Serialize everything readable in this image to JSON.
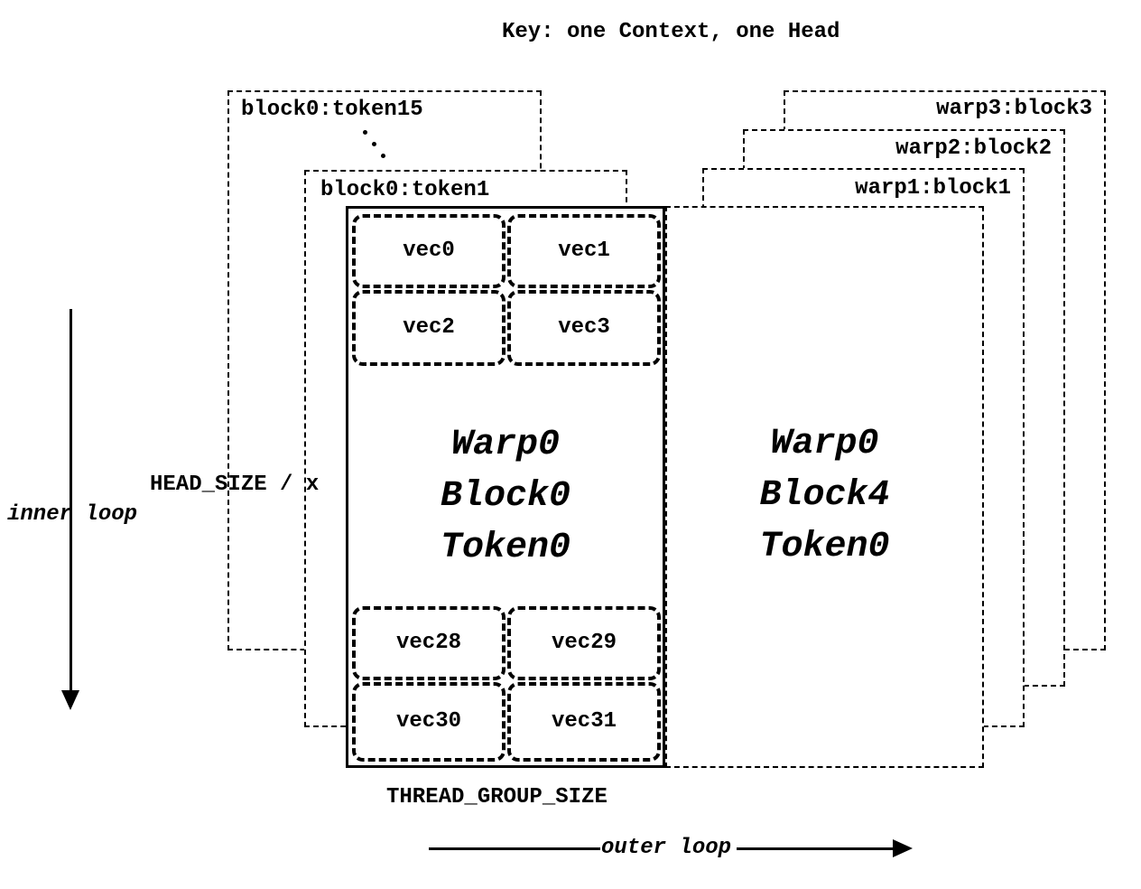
{
  "title": "Key: one Context, one Head",
  "key_stack": {
    "boxes": [
      {
        "label": "block0:token15"
      },
      {
        "label": "block0:token1"
      }
    ]
  },
  "warp_stack": {
    "boxes": [
      {
        "label": "warp3:block3"
      },
      {
        "label": "warp2:block2"
      },
      {
        "label": "warp1:block1"
      }
    ]
  },
  "front_block": {
    "lines": [
      "Warp0",
      "Block0",
      "Token0"
    ],
    "top_vecs": [
      "vec0",
      "vec1",
      "vec2",
      "vec3"
    ],
    "bottom_vecs": [
      "vec28",
      "vec29",
      "vec30",
      "vec31"
    ]
  },
  "second_block": {
    "lines": [
      "Warp0",
      "Block4",
      "Token0"
    ]
  },
  "annotations": {
    "head_size": "HEAD_SIZE / x",
    "inner_loop": "inner loop",
    "thread_group_size": "THREAD_GROUP_SIZE",
    "outer_loop": "outer loop"
  },
  "icons": {
    "diagonal_ellipsis": "diagonal-dots",
    "inner_loop_arrow": "down-arrow",
    "outer_loop_arrow": "right-arrow"
  },
  "colors": {
    "ink": "#000000",
    "background": "#ffffff"
  }
}
